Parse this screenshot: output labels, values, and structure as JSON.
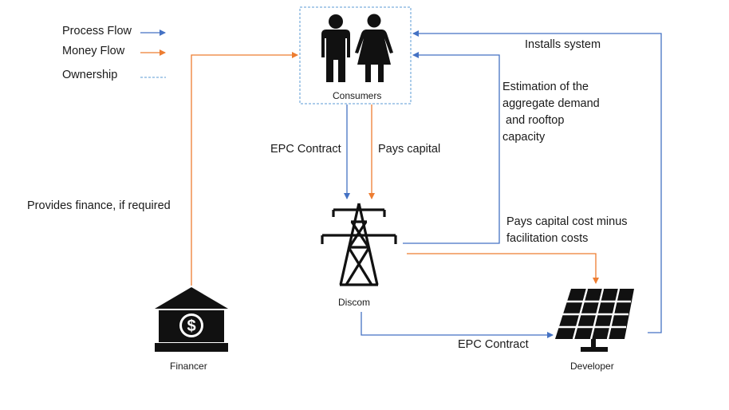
{
  "colors": {
    "process_flow": "#4472c4",
    "money_flow": "#ed7d31",
    "ownership": "#5b9bd5",
    "icon": "#111111"
  },
  "legend": {
    "process_flow": "Process Flow",
    "money_flow": "Money Flow",
    "ownership": "Ownership"
  },
  "nodes": {
    "consumers": {
      "label": "Consumers",
      "icon": "people-icon"
    },
    "discom": {
      "label": "Discom",
      "icon": "transmission-tower-icon"
    },
    "financer": {
      "label": "Financer",
      "icon": "bank-icon"
    },
    "developer": {
      "label": "Developer",
      "icon": "solar-panel-icon"
    }
  },
  "edges": {
    "epc_contract_consumer": "EPC Contract",
    "pays_capital": "Pays capital",
    "provides_finance": "Provides finance, if required",
    "installs_system": "Installs system",
    "estimation_lines": [
      "Estimation of the",
      "aggregate demand",
      " and rooftop",
      "capacity"
    ],
    "pays_capital_cost_lines": [
      "Pays capital cost minus",
      "facilitation costs"
    ],
    "epc_contract_developer": "EPC Contract"
  }
}
